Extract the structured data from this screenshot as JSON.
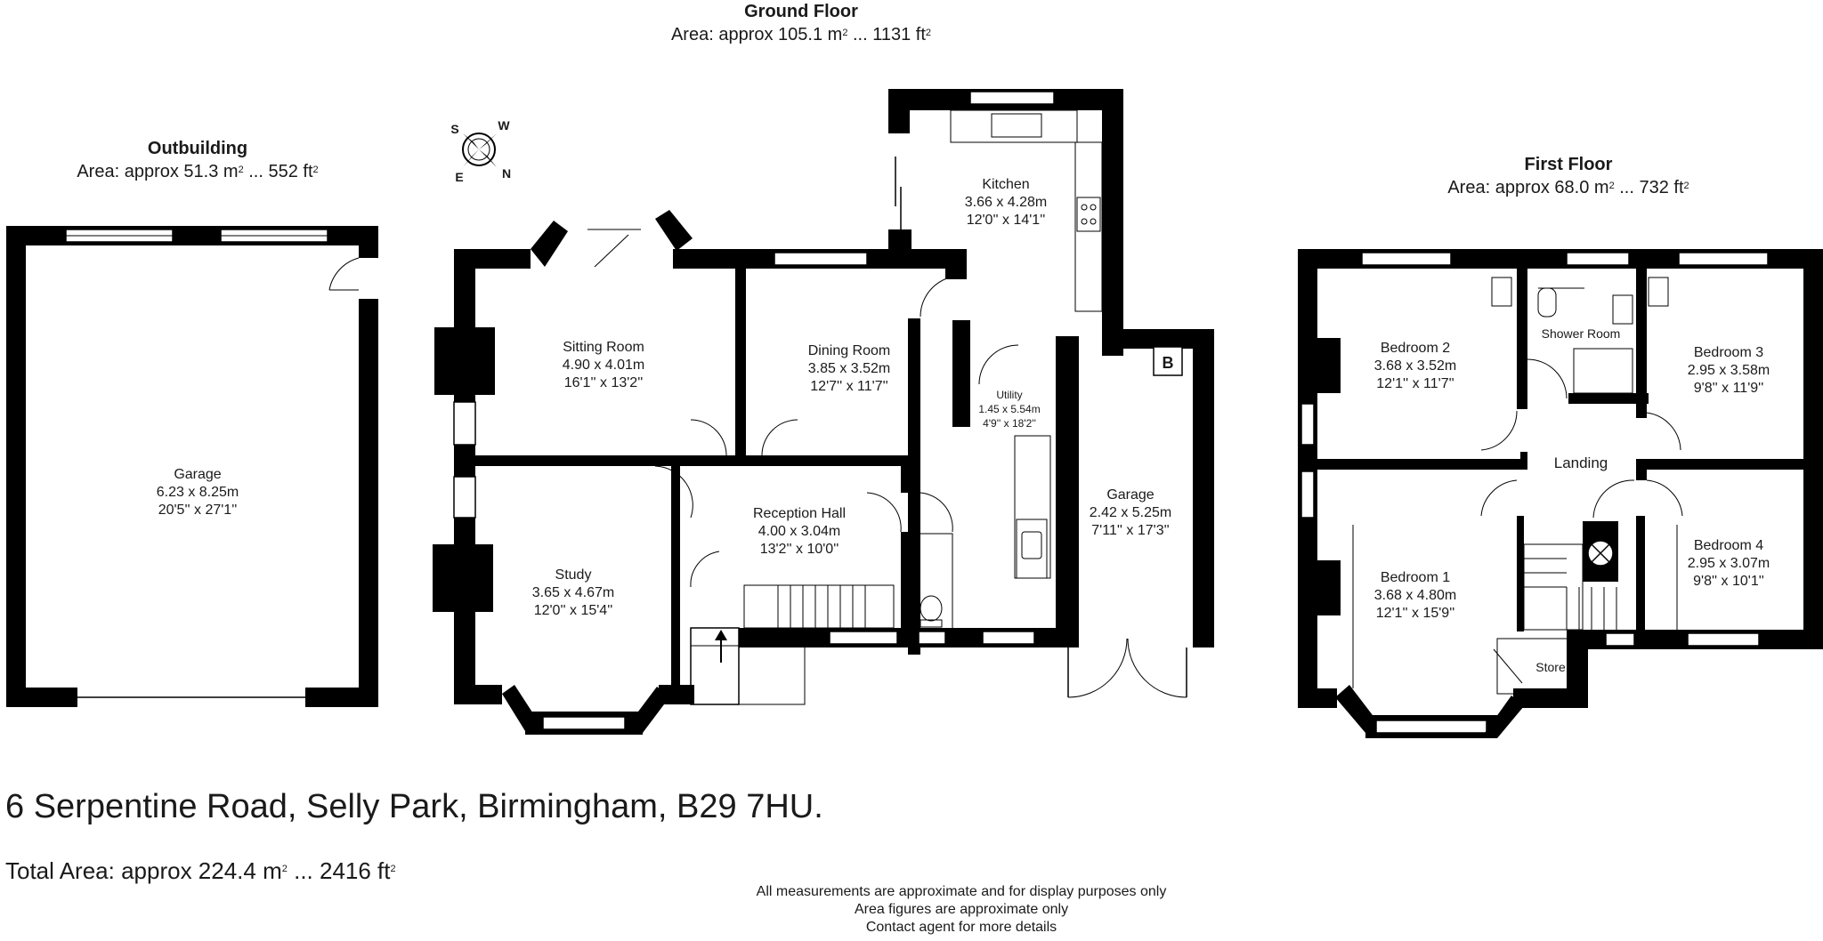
{
  "floors": {
    "ground": {
      "title": "Ground Floor",
      "area_m2": "Area: approx 105.1 m",
      "area_ft2": " ... 1131 ft"
    },
    "outbuilding": {
      "title": "Outbuilding",
      "area_m2": "Area: approx 51.3 m",
      "area_ft2": " ... 552 ft"
    },
    "first": {
      "title": "First Floor",
      "area_m2": "Area: approx 68.0 m",
      "area_ft2": " ... 732 ft"
    }
  },
  "compass": {
    "s": "S",
    "w": "W",
    "e": "E",
    "n": "N"
  },
  "rooms": {
    "garage_out": {
      "name": "Garage",
      "metric": "6.23 x 8.25m",
      "imperial": "20'5'' x 27'1''"
    },
    "sitting": {
      "name": "Sitting Room",
      "metric": "4.90 x 4.01m",
      "imperial": "16'1'' x 13'2''"
    },
    "dining": {
      "name": "Dining Room",
      "metric": "3.85 x 3.52m",
      "imperial": "12'7'' x 11'7''"
    },
    "kitchen": {
      "name": "Kitchen",
      "metric": "3.66 x 4.28m",
      "imperial": "12'0'' x 14'1''"
    },
    "utility": {
      "name": "Utility",
      "metric": "1.45 x 5.54m",
      "imperial": "4'9'' x 18'2''"
    },
    "garage_in": {
      "name": "Garage",
      "metric": "2.42 x 5.25m",
      "imperial": "7'11'' x 17'3''"
    },
    "hall": {
      "name": "Reception Hall",
      "metric": "4.00 x 3.04m",
      "imperial": "13'2'' x 10'0''"
    },
    "study": {
      "name": "Study",
      "metric": "3.65 x 4.67m",
      "imperial": "12'0'' x 15'4''"
    },
    "bed2": {
      "name": "Bedroom 2",
      "metric": "3.68 x 3.52m",
      "imperial": "12'1'' x 11'7''"
    },
    "shower": {
      "name": "Shower Room"
    },
    "bed3": {
      "name": "Bedroom 3",
      "metric": "2.95 x 3.58m",
      "imperial": "9'8'' x 11'9''"
    },
    "landing": {
      "name": "Landing"
    },
    "bed1": {
      "name": "Bedroom 1",
      "metric": "3.68 x 4.80m",
      "imperial": "12'1'' x 15'9''"
    },
    "bed4": {
      "name": "Bedroom 4",
      "metric": "2.95 x 3.07m",
      "imperial": "9'8'' x 10'1''"
    },
    "store": {
      "name": "Store"
    }
  },
  "boiler_label": "B",
  "address": "6 Serpentine Road, Selly Park, Birmingham, B29 7HU.",
  "total": {
    "m2": "Total Area: approx 224.4 m",
    "ft2": " ... 2416 ft"
  },
  "area_sup": "2",
  "disclaimer": [
    "All measurements are approximate and for display purposes only",
    "Area figures are approximate only",
    "Contact agent for more details"
  ]
}
